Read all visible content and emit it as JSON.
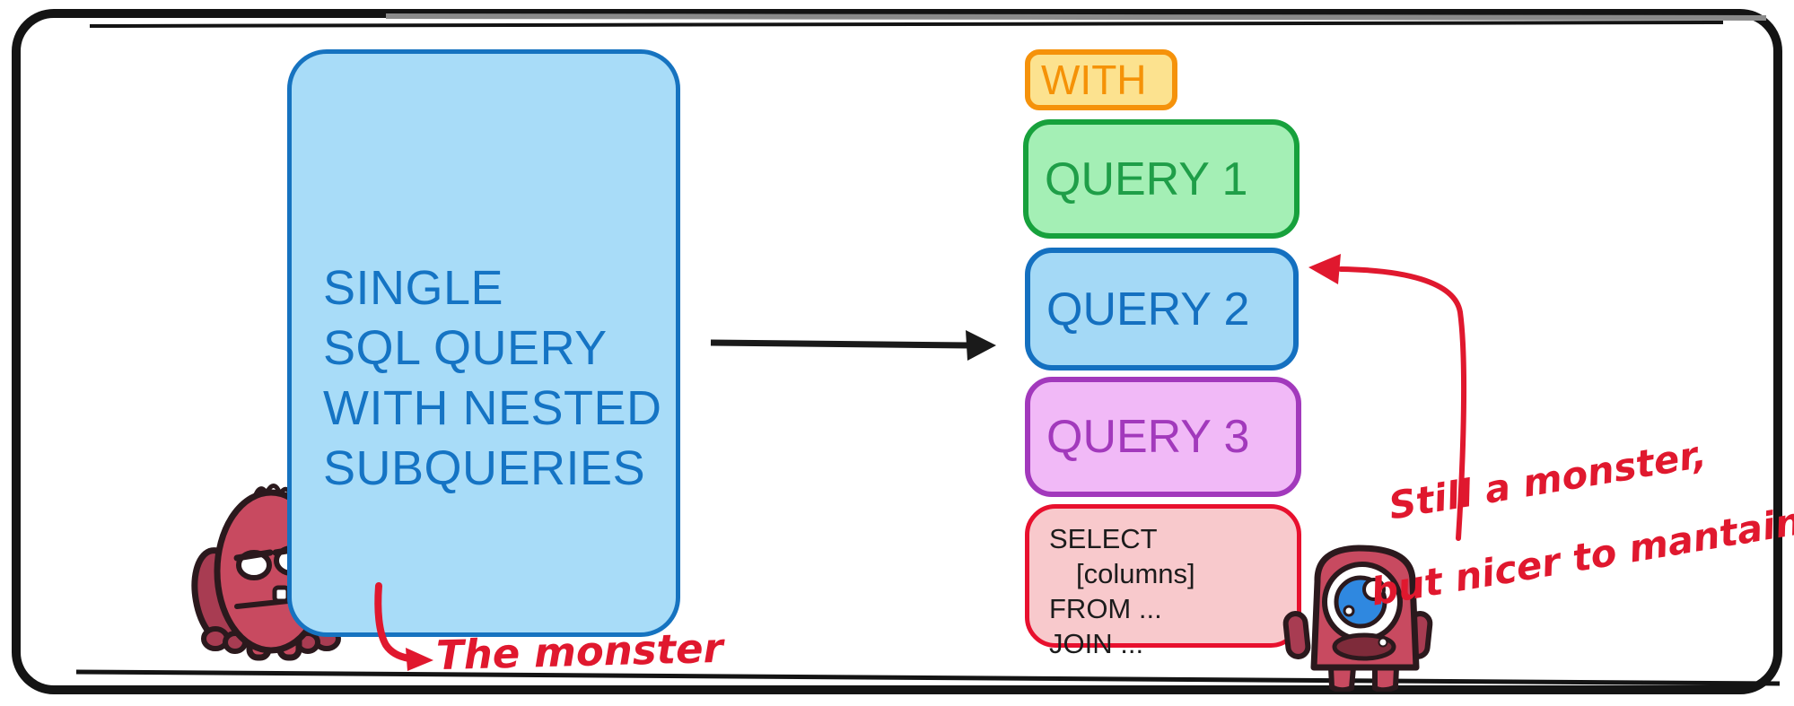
{
  "diagram": {
    "left_box": {
      "lines": [
        "SINGLE",
        "SQL QUERY",
        "WITH NESTED",
        "SUBQUERIES"
      ]
    },
    "pipeline": {
      "with_label": "WITH",
      "queries": [
        {
          "label": "QUERY 1"
        },
        {
          "label": "QUERY 2"
        },
        {
          "label": "QUERY 3"
        }
      ],
      "select_lines": [
        "SELECT",
        "[columns]",
        "FROM ...",
        "JOIN ..."
      ]
    },
    "captions": {
      "left": "The monster",
      "right_line1": "Still a monster,",
      "right_line2": "but nicer to mantain!"
    },
    "icons": [
      "frame-border",
      "grumpy-monster-icon",
      "cyclops-monster-icon",
      "transform-arrow-icon",
      "monster-pointer-arrow-icon",
      "maintain-pointer-arrow-icon"
    ],
    "colors": {
      "frame": "#141414",
      "blue_box_fill": "#a8dcf8",
      "blue_box_border": "#1673c0",
      "blue_text": "#1574c4",
      "with_fill": "#fce28f",
      "with_border": "#f5920b",
      "query1_fill": "#a4efb5",
      "query1_border": "#17a13c",
      "query2_fill": "#a4d9f6",
      "query2_border": "#1470c0",
      "query3_fill": "#f1b9f7",
      "query3_border": "#a239bc",
      "select_fill": "#f8c9cc",
      "select_border": "#e8102e",
      "select_text": "#1c1c1c",
      "red_accent": "#e0182e",
      "monster_body": "#c84a60",
      "monster_limb": "#a83c52",
      "monster_outline": "#2b191d",
      "eye_iris": "#2f88e0"
    }
  }
}
